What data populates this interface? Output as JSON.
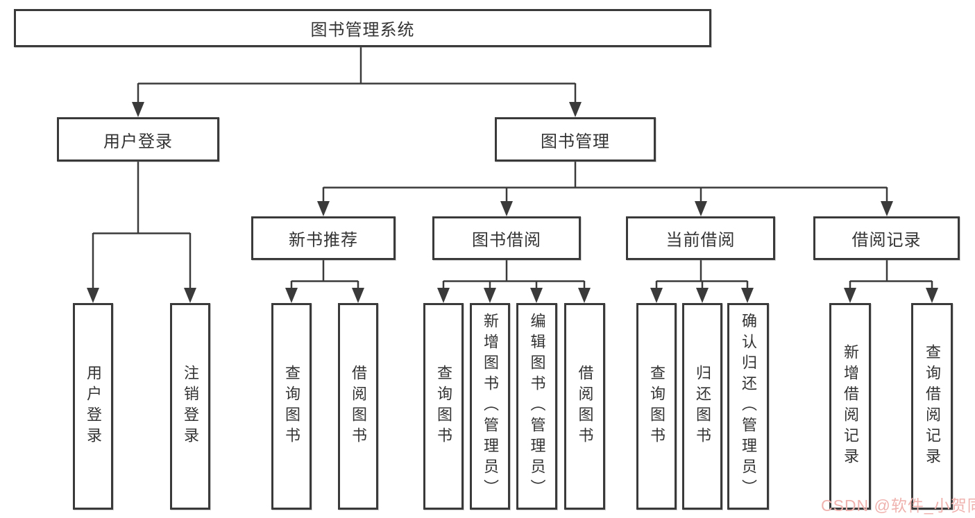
{
  "diagram": {
    "root": {
      "label": "图书管理系统"
    },
    "level2": {
      "user_login": {
        "label": "用户登录"
      },
      "book_mgmt": {
        "label": "图书管理"
      }
    },
    "level3": {
      "new_books": {
        "label": "新书推荐"
      },
      "book_borrow": {
        "label": "图书借阅"
      },
      "current_borrow": {
        "label": "当前借阅"
      },
      "borrow_records": {
        "label": "借阅记录"
      }
    },
    "leaves": {
      "user_login": [
        "用户登录",
        "注销登录"
      ],
      "new_books": [
        "查询图书",
        "借阅图书"
      ],
      "book_borrow": [
        "查询图书",
        "新增图书（管理员）",
        "编辑图书（管理员）",
        "借阅图书"
      ],
      "current_borrow": [
        "查询图书",
        "归还图书",
        "确认归还（管理员）"
      ],
      "borrow_records": [
        "新增借阅记录",
        "查询借阅记录"
      ]
    },
    "watermark": "CSDN @软件_小贺同学",
    "colors": {
      "line": "#3a3a3a",
      "box_border": "#3a3a3a",
      "text": "#333333",
      "watermark": "#efb2ae",
      "background": "#ffffff"
    }
  }
}
